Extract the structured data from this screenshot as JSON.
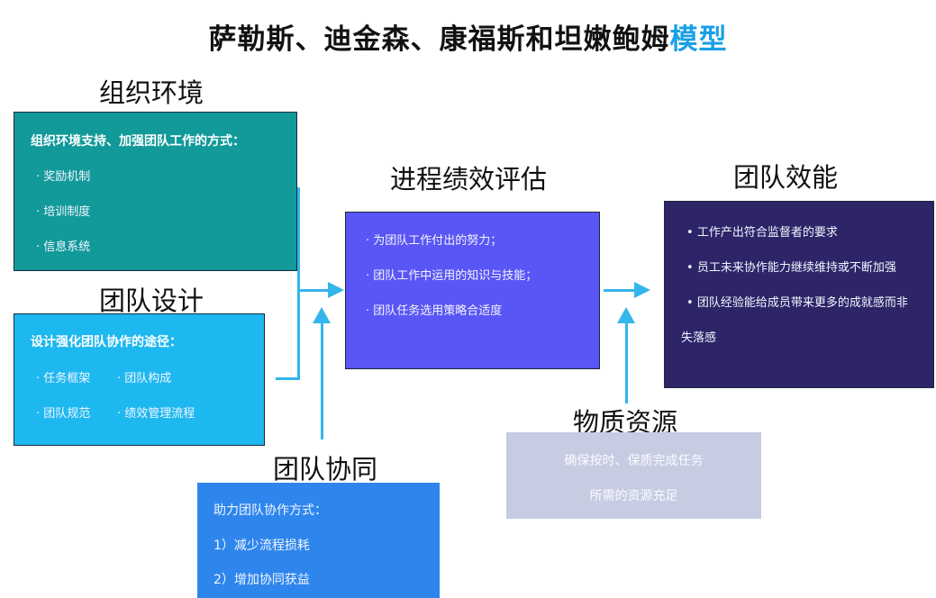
{
  "title": {
    "main": "萨勒斯、迪金森、康福斯和坦嫩鲍姆",
    "accent": "模型"
  },
  "org_env": {
    "heading": "组织环境",
    "lead": "组织环境支持、加强团队工作的方式：",
    "items": [
      "· 奖励机制",
      "· 培训制度",
      "· 信息系统"
    ]
  },
  "team_design": {
    "heading": "团队设计",
    "lead": "设计强化团队协作的途径：",
    "items": [
      "· 任务框架",
      "· 团队构成",
      "· 团队规范",
      "· 绩效管理流程"
    ]
  },
  "team_collab": {
    "heading": "团队协同",
    "lead": "助力团队协作方式：",
    "items": [
      "1）减少流程损耗",
      "2）增加协同获益"
    ]
  },
  "process": {
    "heading": "进程绩效评估",
    "items": [
      "· 为团队工作付出的努力；",
      "· 团队工作中运用的知识与技能；",
      "· 团队任务选用策略合适度"
    ]
  },
  "resources": {
    "heading": "物质资源",
    "items": [
      "确保按时、保质完成任务",
      "所需的资源充足"
    ]
  },
  "effectiveness": {
    "heading": "团队效能",
    "items": [
      "工作产出符合监督者的要求",
      "员工未来协作能力继续维持或不断加强",
      "团队经验能给成员带来更多的成就感而非",
      "失落感"
    ]
  },
  "colors": {
    "org_env_box": "#12999a",
    "team_design_box": "#1eb8f0",
    "team_collab_box": "#2e86ec",
    "process_box": "#5a55f5",
    "effectiveness_box": "#2e2468",
    "resources_box": "#c7cce3",
    "connector": "#33b6ea",
    "accent": "#1aa0e6"
  }
}
